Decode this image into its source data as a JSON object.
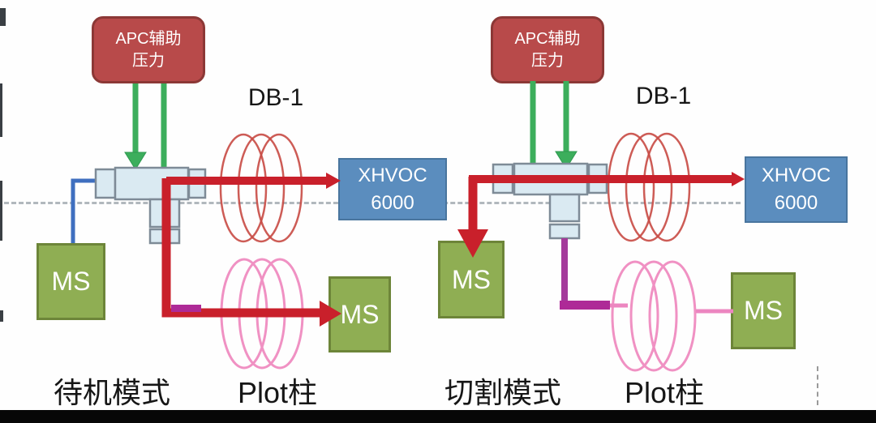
{
  "title": "GC heart-cutting valve flow diagram, standby vs cutting mode",
  "colors": {
    "apc_box_fill": "#b84a4a",
    "apc_box_border": "#8c3836",
    "gc_box_fill": "#5b8dbe",
    "ms_box_fill": "#8fae53",
    "pipe_red": "#c9202b",
    "arrow_green": "#3cae5c",
    "line_blue": "#3f6fbf",
    "line_magenta": "#ae2a97",
    "coil_pink": "#f091c3",
    "coil_red": "#c84a44",
    "valve_fill": "#daeaf2"
  },
  "diagrams": [
    {
      "apc_line1": "APC辅助",
      "apc_line2": "压力",
      "column_label": "DB-1",
      "gc_line1": "XHVOC",
      "gc_line2": "6000",
      "ms_left": "MS",
      "ms_right": "MS",
      "mode_label": "待机模式",
      "plot_label": "Plot柱"
    },
    {
      "apc_line1": "APC辅助",
      "apc_line2": "压力",
      "column_label": "DB-1",
      "gc_line1": "XHVOC",
      "gc_line2": "6000",
      "ms_left": "MS",
      "ms_right": "MS",
      "mode_label": "切割模式",
      "plot_label": "Plot柱"
    }
  ]
}
